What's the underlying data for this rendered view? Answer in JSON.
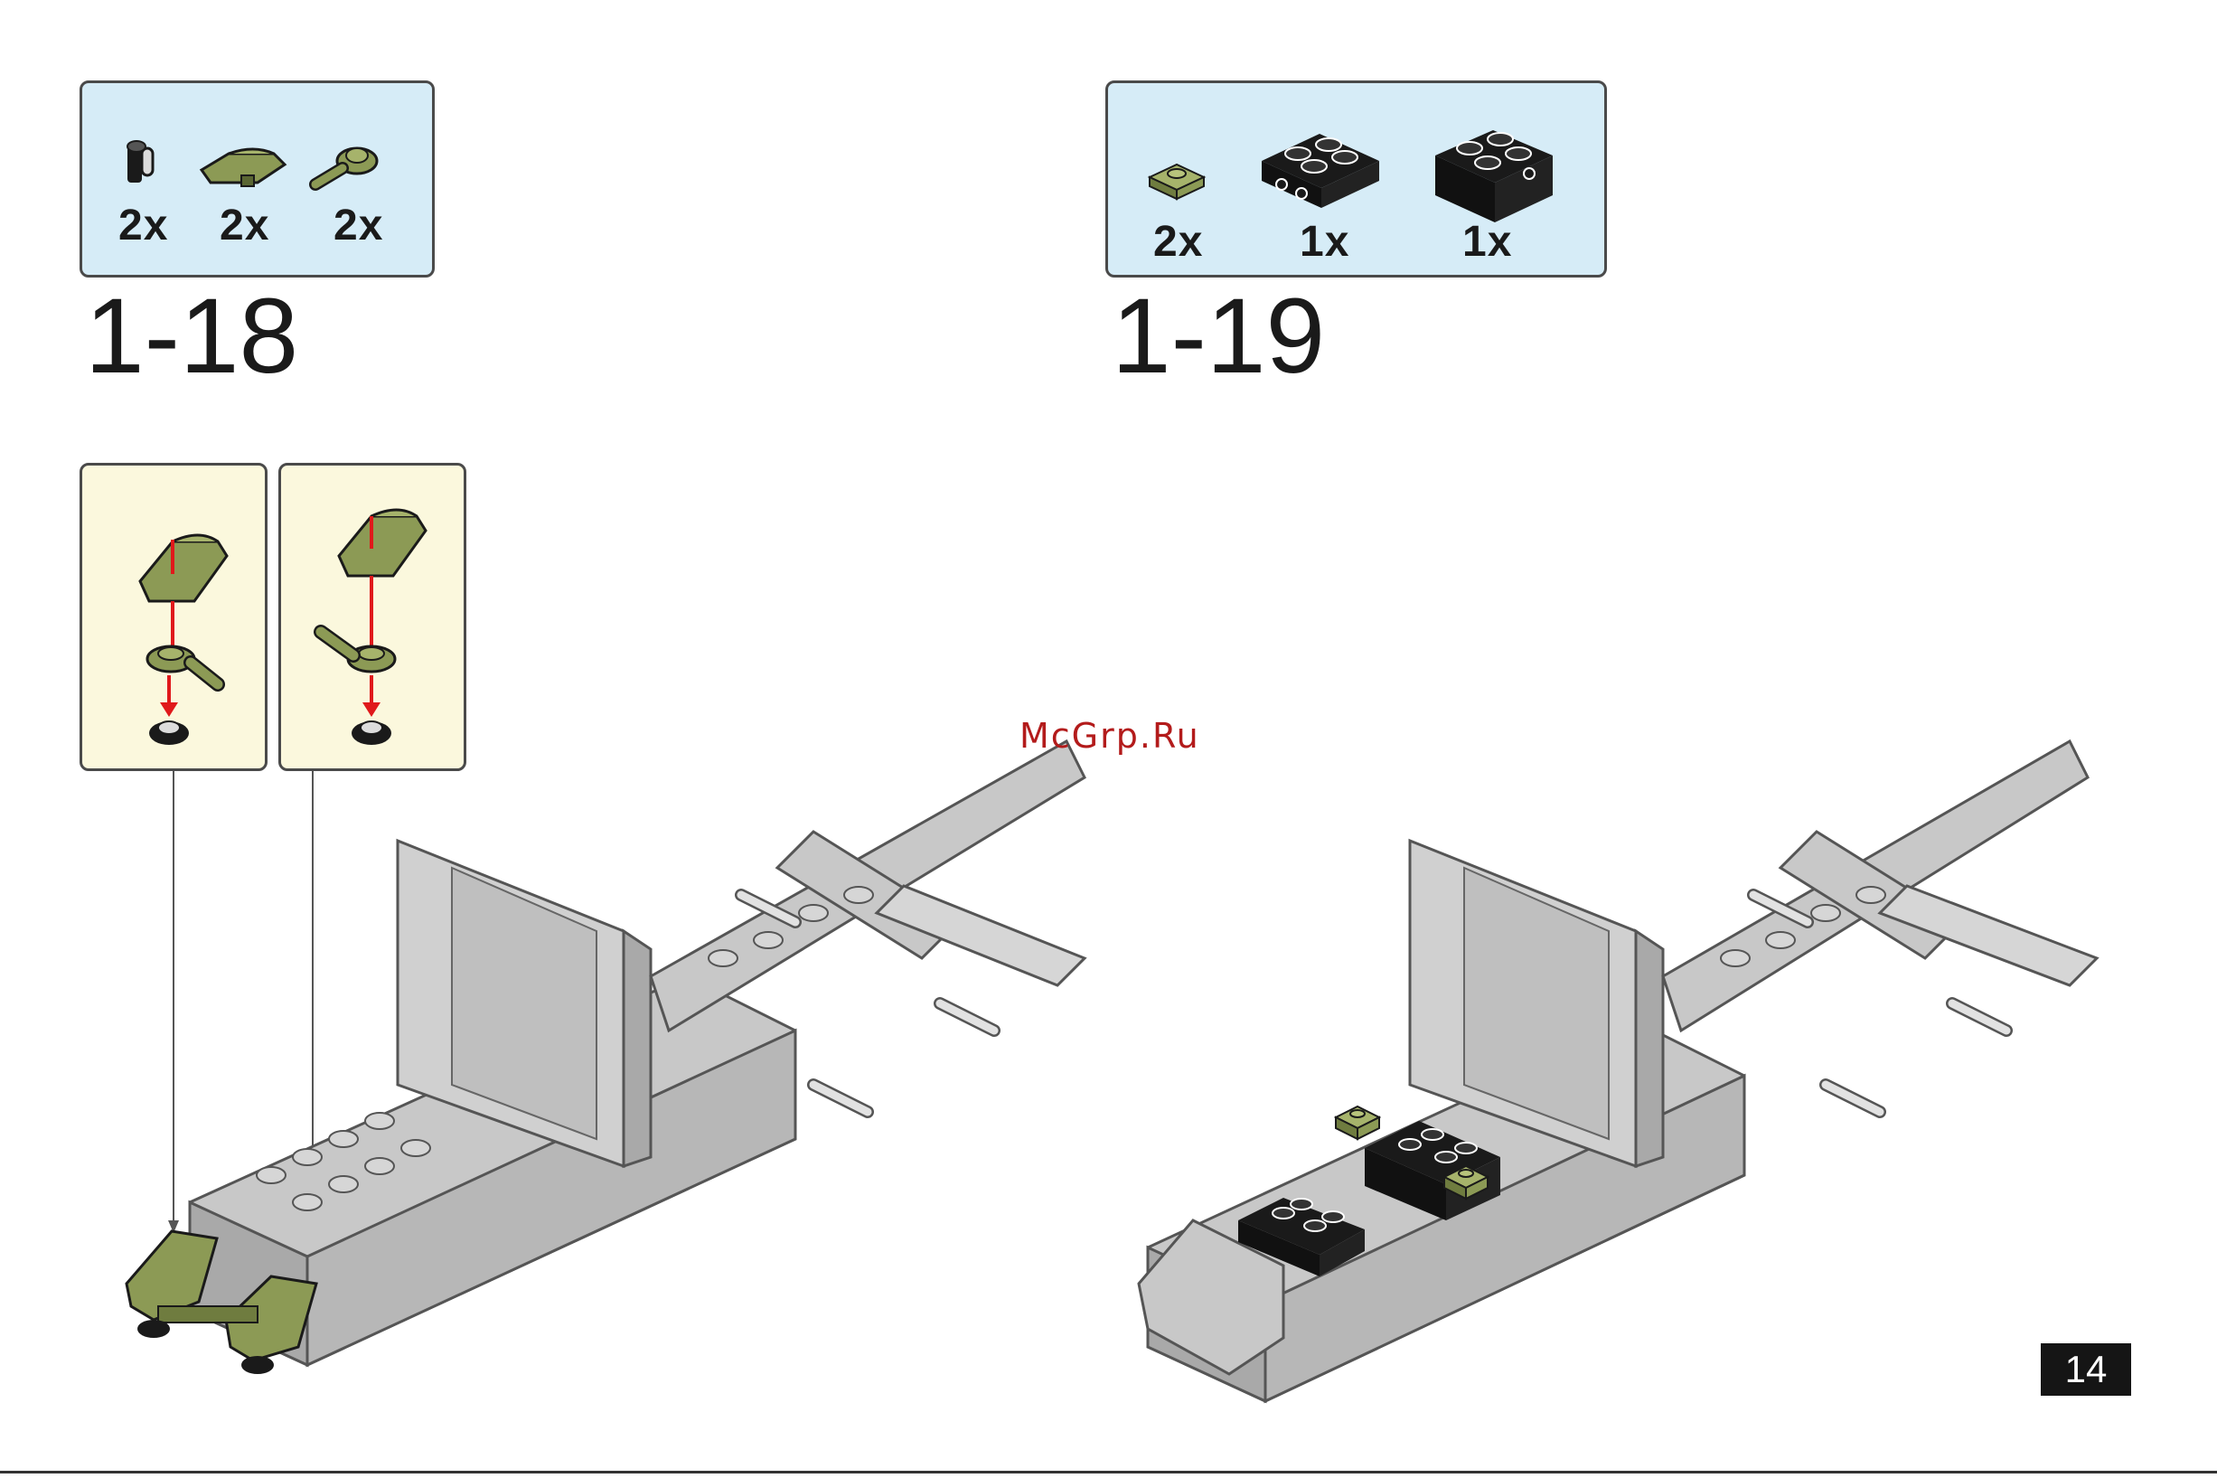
{
  "steps": [
    {
      "number": "1-18",
      "parts": [
        {
          "icon": "black-clip-piece-icon",
          "qty": "2x"
        },
        {
          "icon": "olive-curved-slope-icon",
          "qty": "2x"
        },
        {
          "icon": "olive-bar-arm-icon",
          "qty": "2x"
        }
      ]
    },
    {
      "number": "1-19",
      "parts": [
        {
          "icon": "olive-plate-1x1-icon",
          "qty": "2x"
        },
        {
          "icon": "black-plate-2x2-icon",
          "qty": "1x"
        },
        {
          "icon": "black-brick-2x2-icon",
          "qty": "1x"
        }
      ]
    }
  ],
  "watermark": "McGrp.Ru",
  "page_number": "14",
  "colors": {
    "parts_box_bg": "#d6ecf7",
    "sub_box_bg": "#fbf8dd",
    "olive": "#8c9a55",
    "gray_brick": "#c8c8c8",
    "black_brick": "#1a1a1a",
    "arrow_red": "#e0191b"
  }
}
